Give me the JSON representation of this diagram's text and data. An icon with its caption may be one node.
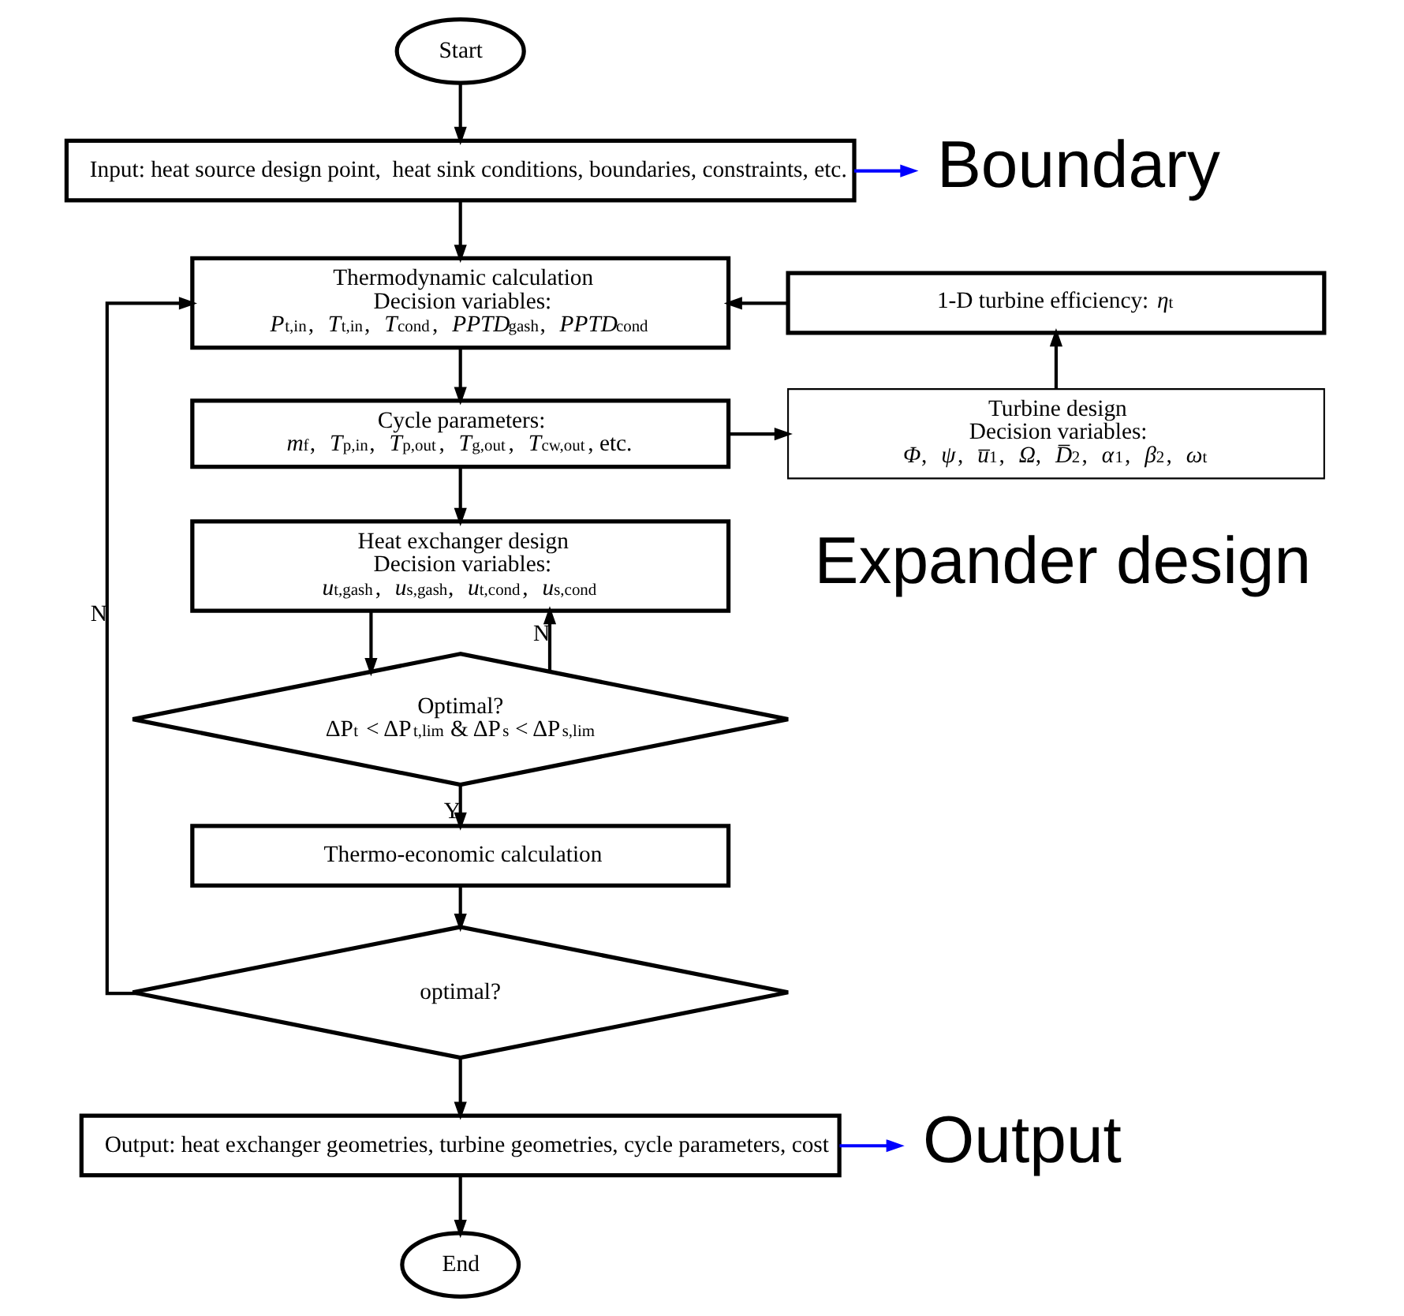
{
  "diagram": {
    "nodes": [
      {
        "text": [
          "Start"
        ]
      },
      {
        "text": [
          "Input: heat source design point,  heat sink conditions, boundaries, constraints, etc."
        ]
      },
      {
        "text": [
          "Boundary"
        ]
      },
      {
        "text": [
          "Thermodynamic calculation",
          "Decision variables:",
          "*P*$_{t,in}$, *T*$_{t,in}$, *T*$_{cond}$, *PPTD*$_{gash}$, *PPTD*$_{cond}$"
        ]
      },
      {
        "text": [
          "1-D turbine efficiency: *η*$_{t}$"
        ]
      },
      {
        "text": [
          "Cycle parameters:",
          "*m*$_{f}$, *T*$_{p,in}$, *T*$_{p,out}$, *T*$_{g,out}$, *T*$_{cw,out}$, etc."
        ]
      },
      {
        "text": [
          "Turbine design",
          "Decision variables:",
          "*Φ*, *ψ*, *u̅*$_{1}$, *Ω*, *D̅*$_{2}$, *α*$_{1}$, *β*$_{2}$, *ω*$_{t}$"
        ]
      },
      {
        "text": [
          "Heat exchanger design",
          "Decision variables:",
          "*u*$_{t,gash}$, *u*$_{s,gash}$, *u*$_{t,cond}$, *u*$_{s,cond}$"
        ]
      },
      {
        "text": [
          "Optimal?",
          "ΔP$_{t}$ < ΔP$_{t,lim}$ & ΔP$_{s}$ < ΔP$_{s,lim}$"
        ]
      },
      {
        "text": [
          "Thermo-economic calculation"
        ]
      },
      {
        "text": [
          "optimal?"
        ]
      },
      {
        "text": [
          "Output: heat exchanger geometries, turbine geometries, cycle parameters, cost"
        ]
      },
      {
        "text": [
          "Output"
        ]
      },
      {
        "text": [
          "End"
        ]
      }
    ],
    "edges": [
      {
        "from": 0,
        "to": 1,
        "arrow": "to"
      },
      {
        "from": 1,
        "to": 2,
        "arrow": "to",
        "color": "#0000ff"
      },
      {
        "from": 1,
        "to": 3,
        "arrow": "to"
      },
      {
        "from": 3,
        "to": 5,
        "arrow": "to"
      },
      {
        "from": 5,
        "to": 6,
        "arrow": "to"
      },
      {
        "from": 6,
        "to": 4,
        "arrow": "to"
      },
      {
        "from": 4,
        "to": 3,
        "arrow": "to"
      },
      {
        "from": 5,
        "to": 7,
        "arrow": "to"
      },
      {
        "from": 7,
        "to": 8,
        "arrow": "to"
      },
      {
        "from": 8,
        "to": 7,
        "arrow": "to",
        "label": "N"
      },
      {
        "from": 8,
        "to": 9,
        "arrow": "to",
        "label": "Y"
      },
      {
        "from": 9,
        "to": 10,
        "arrow": "to"
      },
      {
        "from": 10,
        "to": 3,
        "arrow": "to",
        "label": "N"
      },
      {
        "from": 10,
        "to": 11,
        "arrow": "to"
      },
      {
        "from": 11,
        "to": 12,
        "arrow": "to",
        "color": "#0000ff"
      },
      {
        "from": 11,
        "to": 13,
        "arrow": "to"
      }
    ],
    "labels": [
      "Expander design"
    ]
  }
}
